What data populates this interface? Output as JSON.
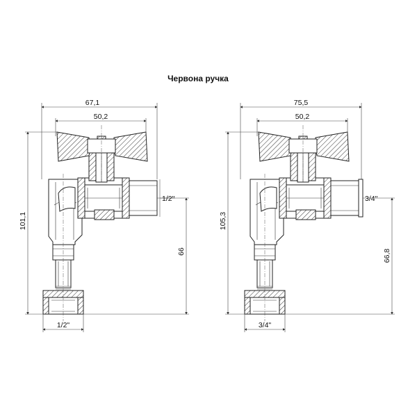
{
  "title": "Червона ручка",
  "left_valve": {
    "dim_width_total": "67,1",
    "dim_width_handle": "50,2",
    "dim_height_total": "101,1",
    "dim_height_lower": "66",
    "thread_outlet": "1/2\"",
    "thread_inlet": "1/2\""
  },
  "right_valve": {
    "dim_width_total": "75,5",
    "dim_width_handle": "50,2",
    "dim_height_total": "105,3",
    "dim_height_lower": "66,8",
    "thread_outlet": "3/4\"",
    "thread_inlet": "3/4\""
  }
}
